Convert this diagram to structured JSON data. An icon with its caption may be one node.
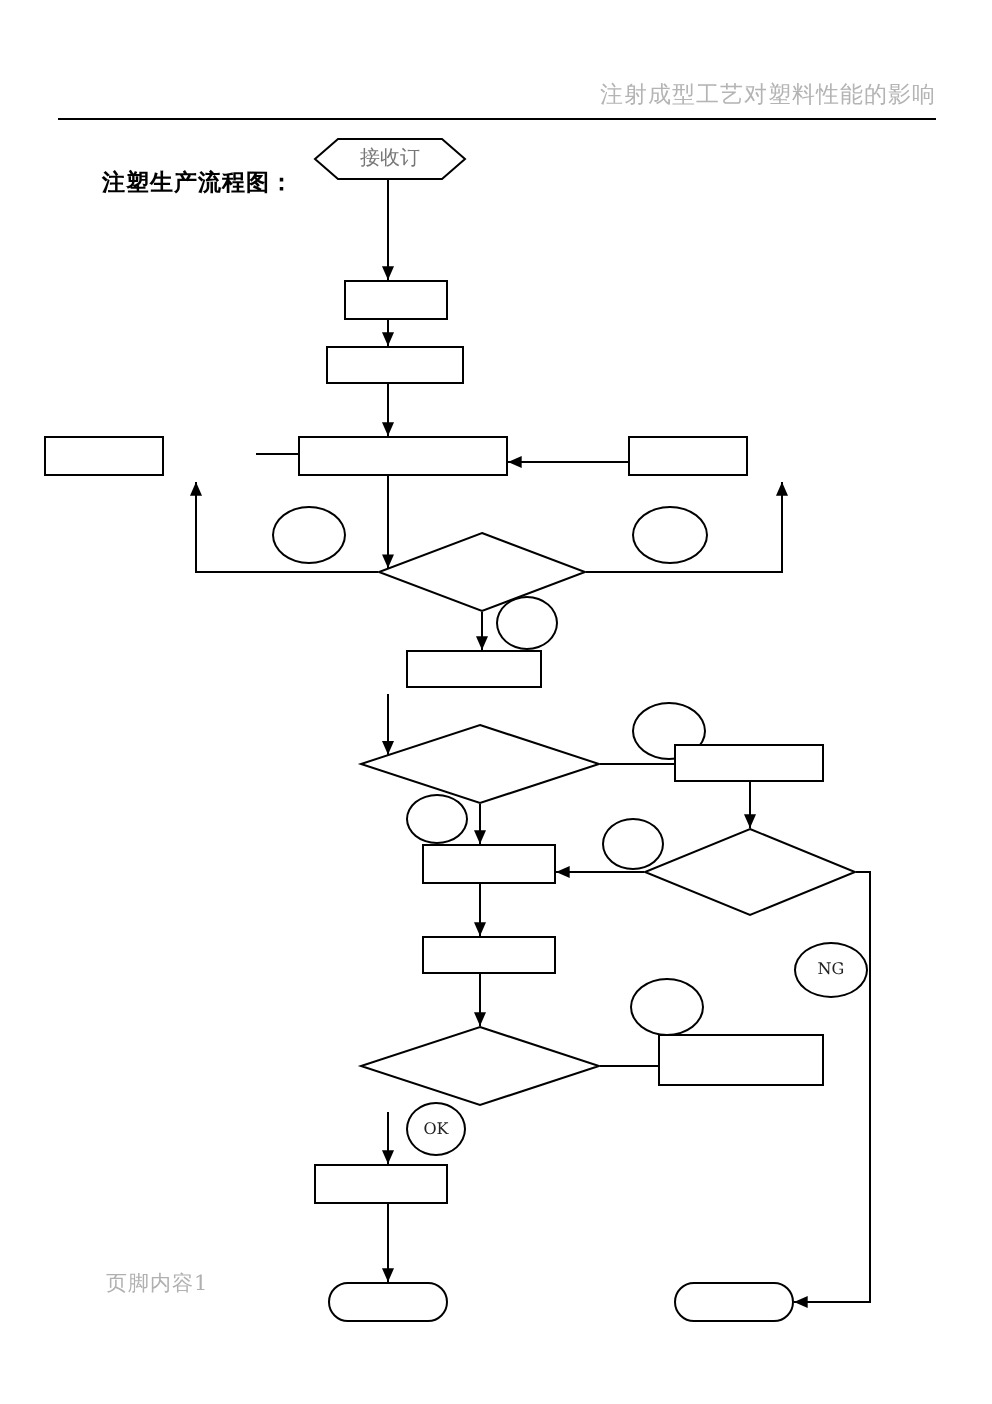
{
  "diagram": {
    "title": "注塑生产流程图：",
    "nodes": [
      {
        "text": [
          "接收订"
        ]
      },
      {
        "text": [],
        "shape": "box"
      },
      {
        "text": [],
        "shape": "box"
      },
      {
        "text": [],
        "shape": "box"
      },
      {
        "text": [],
        "shape": "box"
      },
      {
        "text": [],
        "shape": "box"
      },
      {
        "text": [],
        "shape": "circle"
      },
      {
        "text": [],
        "shape": "circle"
      },
      {
        "text": [],
        "shape": "diamond"
      },
      {
        "text": [],
        "shape": "circle"
      },
      {
        "text": [],
        "shape": "box"
      },
      {
        "text": [],
        "shape": "circle"
      },
      {
        "text": [],
        "shape": "diamond"
      },
      {
        "text": [],
        "shape": "box"
      },
      {
        "text": [],
        "shape": "circle"
      },
      {
        "text": [],
        "shape": "circle"
      },
      {
        "text": [],
        "shape": "diamond"
      },
      {
        "text": [],
        "shape": "box"
      },
      {
        "text": [],
        "shape": "box"
      },
      {
        "text": [
          "NG"
        ]
      },
      {
        "text": [],
        "shape": "circle"
      },
      {
        "text": [],
        "shape": "diamond"
      },
      {
        "text": [],
        "shape": "box"
      },
      {
        "text": [
          "OK"
        ]
      },
      {
        "text": [],
        "shape": "box"
      },
      {
        "text": [],
        "shape": "capsule"
      },
      {
        "text": [],
        "shape": "capsule"
      }
    ],
    "edges": [
      {
        "from": 0,
        "to": 1,
        "arrow": "to"
      },
      {
        "from": 1,
        "to": 2,
        "arrow": "to"
      },
      {
        "from": 2,
        "to": 4,
        "arrow": "to"
      },
      {
        "from": null,
        "to": 4,
        "arrow": "none"
      },
      {
        "from": 5,
        "to": 4,
        "arrow": "to"
      },
      {
        "from": 4,
        "to": 8,
        "arrow": "to"
      },
      {
        "from": 8,
        "to": 3,
        "arrow": "to"
      },
      {
        "from": 8,
        "to": 5,
        "arrow": "to"
      },
      {
        "from": 8,
        "to": 10,
        "arrow": "to"
      },
      {
        "from": 10,
        "to": 12,
        "arrow": "to"
      },
      {
        "from": 12,
        "to": 13,
        "arrow": "none"
      },
      {
        "from": 13,
        "to": 16,
        "arrow": "to"
      },
      {
        "from": 12,
        "to": 17,
        "arrow": "to"
      },
      {
        "from": 16,
        "to": 17,
        "arrow": "to"
      },
      {
        "from": 16,
        "to": 26,
        "arrow": "to"
      },
      {
        "from": 17,
        "to": 18,
        "arrow": "to"
      },
      {
        "from": 18,
        "to": 21,
        "arrow": "to"
      },
      {
        "from": 21,
        "to": 22,
        "arrow": "none"
      },
      {
        "from": 23,
        "to": 24,
        "arrow": "to"
      },
      {
        "from": 24,
        "to": 25,
        "arrow": "to"
      }
    ],
    "labels": [
      "注射成型工艺对塑料性能的影响",
      "页脚内容1"
    ]
  }
}
